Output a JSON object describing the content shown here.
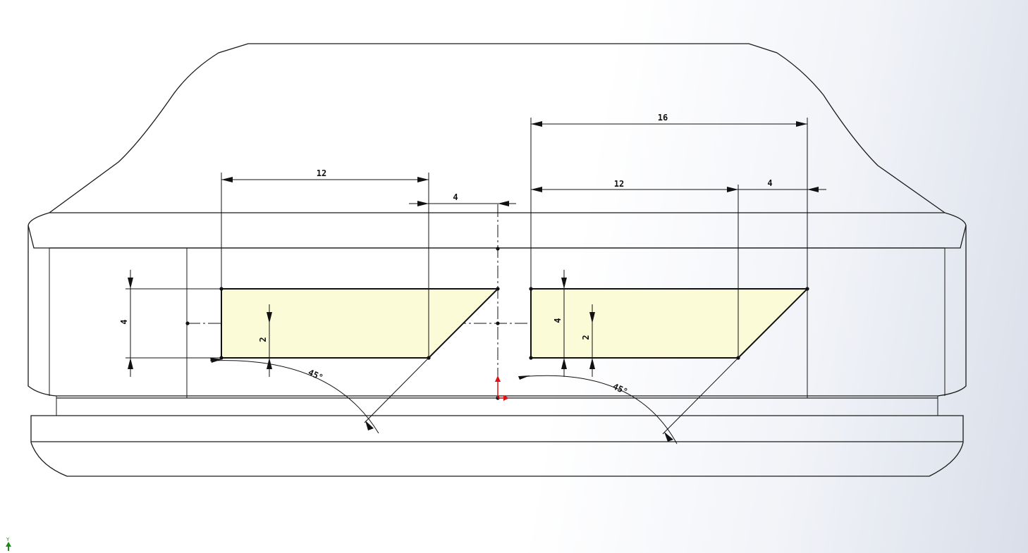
{
  "dimensions": {
    "left_length": "12",
    "left_gap": "4",
    "left_height": "4",
    "left_half_height": "2",
    "left_angle": "45°",
    "right_total": "16",
    "right_length": "12",
    "right_offset": "4",
    "right_height": "4",
    "right_half_height": "2",
    "right_angle": "45°"
  },
  "triad": {
    "y_axis": "Y"
  },
  "colors": {
    "sketch_fill": "#fbfbd8",
    "origin_red": "#e01010",
    "triad_green": "#1a8a1a"
  }
}
